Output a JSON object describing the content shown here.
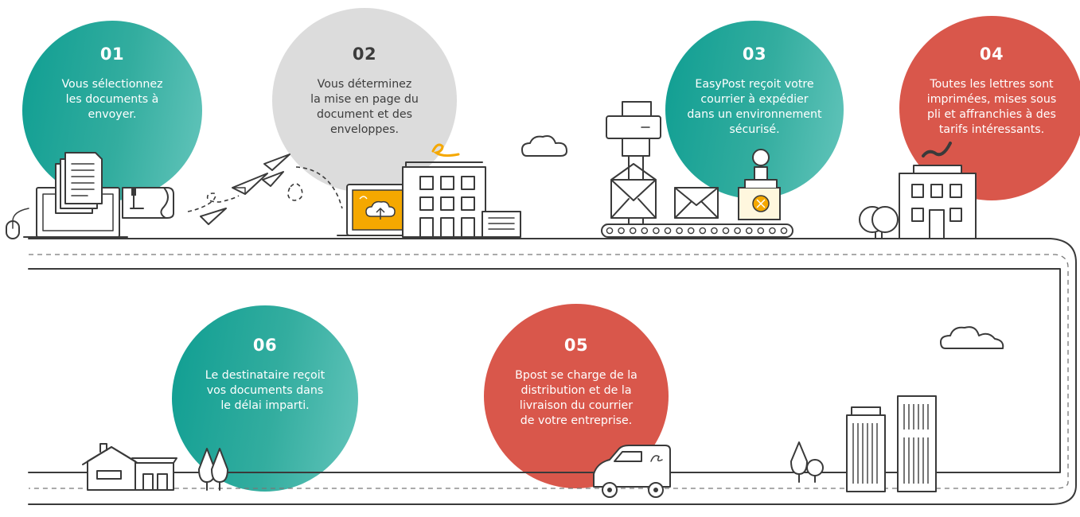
{
  "steps": [
    {
      "number": "01",
      "text": "Vous sélectionnez\nles documents à\nenvoyer."
    },
    {
      "number": "02",
      "text": "Vous déterminez\nla mise en page du\ndocument et des\nenveloppes."
    },
    {
      "number": "03",
      "text": "EasyPost reçoit votre\ncourrier à expédier\ndans un environnement\nsécurisé."
    },
    {
      "number": "04",
      "text": "Toutes les lettres sont\nimprimées, mises sous\npli et affranchies à des\ntarifs intéressants."
    },
    {
      "number": "05",
      "text": "Bpost se charge de la\ndistribution et de la\nlivraison du courrier\nde votre entreprise."
    },
    {
      "number": "06",
      "text": "Le destinataire reçoit\nvos documents dans\nle délai imparti."
    }
  ],
  "colors": {
    "teal": "#0f9e92",
    "grey": "#dcdcdc",
    "red": "#d9574b",
    "accent": "#f5a800",
    "line": "#3a3a3a"
  },
  "icons": [
    "computer-icon",
    "mouse-icon",
    "documents-icon",
    "signature-icon",
    "paper-plane-icon",
    "laptop-cloud-icon",
    "office-building-icon",
    "cloud-icon",
    "printer-icon",
    "envelope-icon",
    "stamp-icon",
    "conveyor-belt-icon",
    "trees-icon",
    "house-icon",
    "delivery-van-icon",
    "skyscraper-icon"
  ]
}
